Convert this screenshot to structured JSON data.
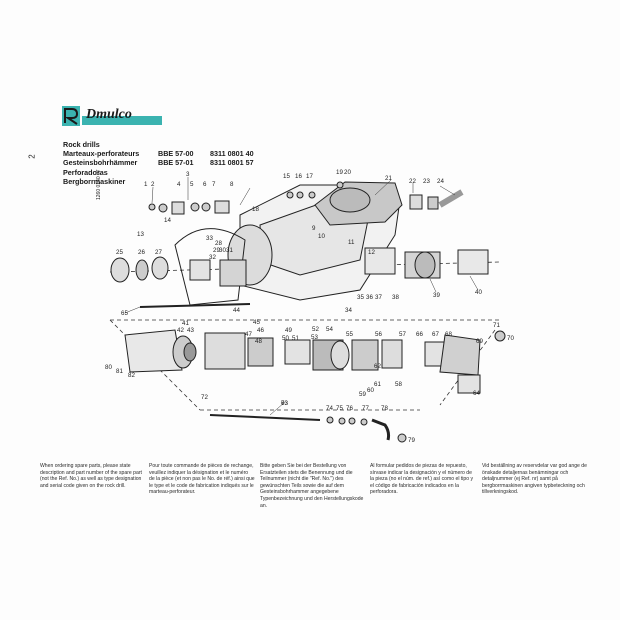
{
  "header": {
    "logo_text": "Dmulco",
    "page_number": "2",
    "rows": [
      {
        "name": "Rock drills",
        "model": "",
        "code": ""
      },
      {
        "name": "Marteaux-perforateurs",
        "model": "BBE 57-00",
        "code": "8311 0801 40"
      },
      {
        "name": "Gesteinsbohrhämmer",
        "model": "BBE 57-01",
        "code": "8311 0801 57"
      },
      {
        "name": "Perforadoras",
        "model": "",
        "code": ""
      },
      {
        "name": "Bergborrmaskiner",
        "model": "",
        "code": ""
      }
    ],
    "doc_code": "1260 0140 07"
  },
  "diagram": {
    "labels": [
      "1",
      "2",
      "3",
      "4",
      "5",
      "6",
      "7",
      "8",
      "9",
      "10",
      "11",
      "12",
      "13",
      "14",
      "15",
      "16",
      "17",
      "18",
      "19",
      "20",
      "21",
      "22",
      "23",
      "24",
      "25",
      "26",
      "27",
      "28",
      "29",
      "30",
      "31",
      "32",
      "33",
      "34",
      "35",
      "36",
      "37",
      "38",
      "39",
      "40",
      "41",
      "42",
      "43",
      "44",
      "45",
      "46",
      "47",
      "48",
      "49",
      "50",
      "51",
      "52",
      "53",
      "54",
      "55",
      "56",
      "57",
      "58",
      "59",
      "60",
      "61",
      "62",
      "63",
      "64",
      "65",
      "66",
      "67",
      "68",
      "69",
      "70",
      "71",
      "72",
      "73",
      "74",
      "75",
      "76",
      "77",
      "78",
      "79",
      "80",
      "81",
      "82"
    ]
  },
  "footer": [
    "When ordering spare parts, please state description and part number of the spare part (not the Ref. No.) as well as type designation and serial code given on the rock drill.",
    "Pour toute commande de pièces de rechange, veuillez indiquer la désignation et le numéro de la pièce (et non pas le No. de réf.) ainsi que le type et le code de fabrication indiqués sur le marteau-perforateur.",
    "Bitte geben Sie bei der Bestellung von Ersatzteilen stets die Benennung und die Teilnummer (nicht die \"Ref. No.\") des gewünschten Teils sowie die auf dem Gesteinsbohrhammer angegebene Typenbezeichnung und den Herstellungskode an.",
    "Al formular pedidos de piezas de repuesto, sírvase indicar la designación y el número de la pieza (no el núm. de ref.) así como el tipo y el código de fabricación indicados en la perforadora.",
    "Vid beställning av reservdelar var god ange de önskade detaljernas benämningar och detaljnummer (ej Ref. nr) samt på bergborrmaskinen angiven typbeteckning och tillverkningskod."
  ]
}
